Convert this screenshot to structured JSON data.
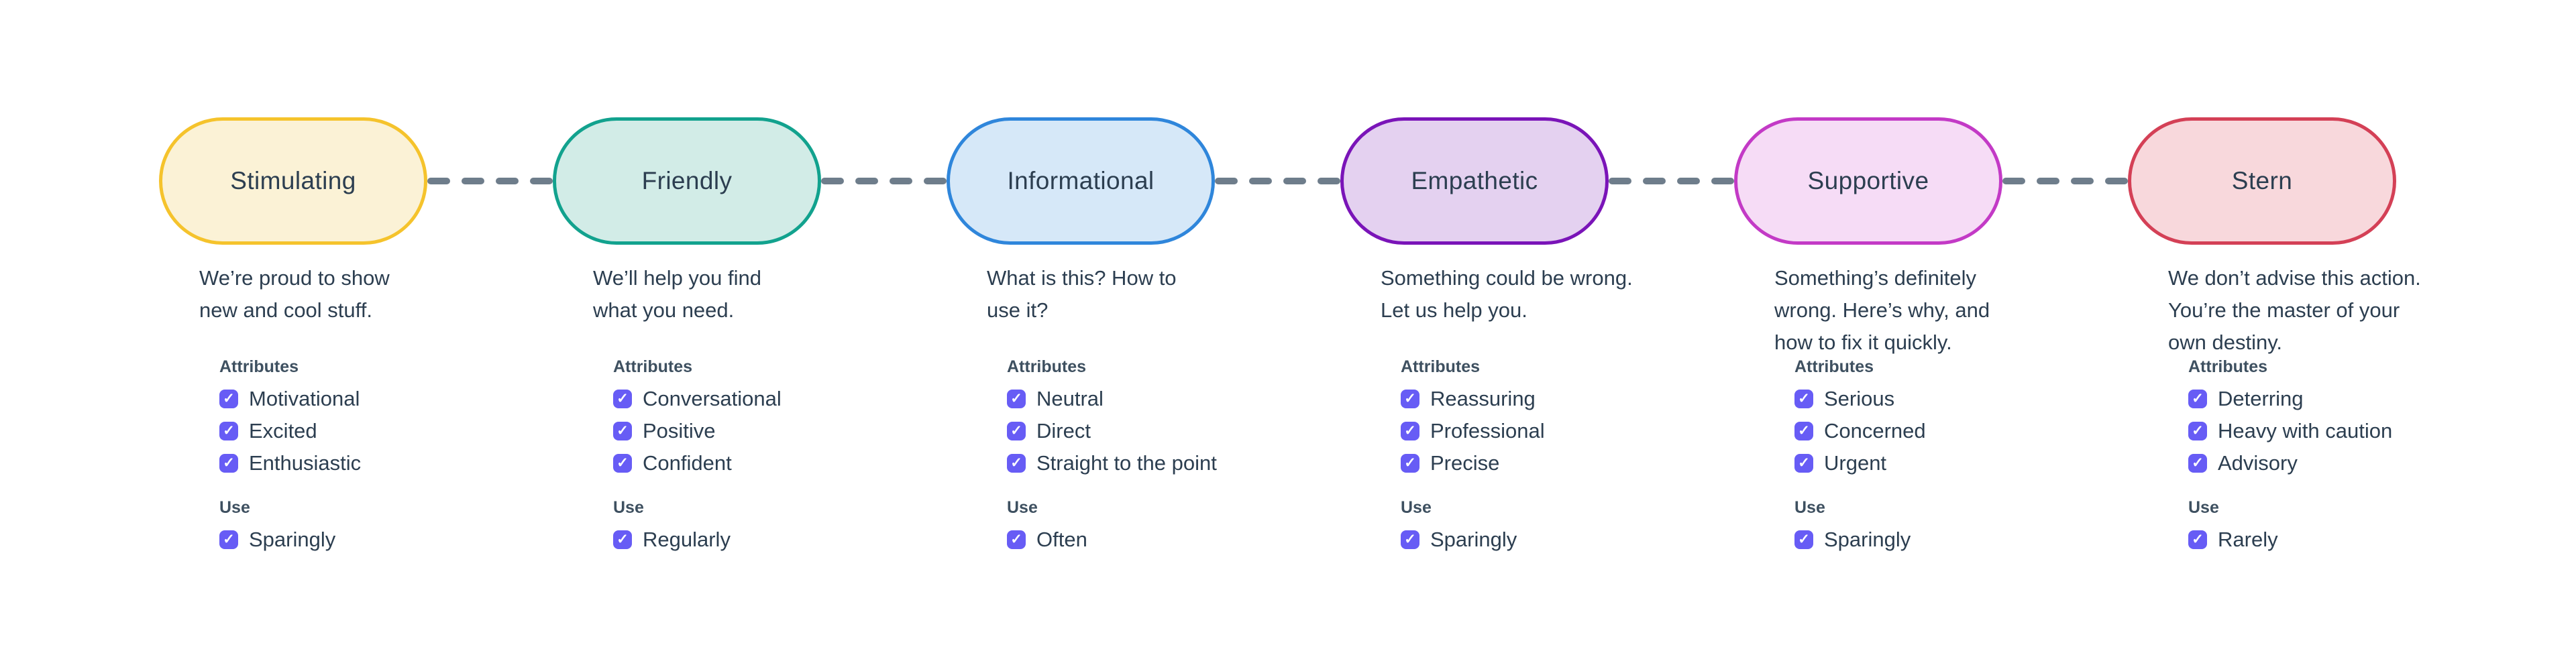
{
  "connector": {
    "color": "#6E7D8B"
  },
  "checkbox": {
    "color": "#675CF5",
    "check": "✓"
  },
  "tones": [
    {
      "name": "Stimulating",
      "fill": "#FBF2D6",
      "border": "#F5C32C",
      "description": "We’re proud to show\nnew and cool stuff.",
      "attributes_label": "Attributes",
      "attributes": [
        "Motivational",
        "Excited",
        "Enthusiastic"
      ],
      "use_label": "Use",
      "use": "Sparingly"
    },
    {
      "name": "Friendly",
      "fill": "#D2ECE7",
      "border": "#12A28E",
      "description": "We’ll help you find\nwhat you need.",
      "attributes_label": "Attributes",
      "attributes": [
        "Conversational",
        "Positive",
        "Confident"
      ],
      "use_label": "Use",
      "use": "Regularly"
    },
    {
      "name": "Informational",
      "fill": "#D6E8F8",
      "border": "#2F86DB",
      "description": "What is this? How to\nuse it?",
      "attributes_label": "Attributes",
      "attributes": [
        "Neutral",
        "Direct",
        "Straight to the point"
      ],
      "use_label": "Use",
      "use": "Often"
    },
    {
      "name": "Empathetic",
      "fill": "#E4D1F0",
      "border": "#7A14B8",
      "description": "Something could be wrong.\nLet us help you.",
      "attributes_label": "Attributes",
      "attributes": [
        "Reassuring",
        "Professional",
        "Precise"
      ],
      "use_label": "Use",
      "use": "Sparingly"
    },
    {
      "name": "Supportive",
      "fill": "#F6DCF6",
      "border": "#C33AC6",
      "description": "Something’s definitely\nwrong. Here’s why, and\nhow to fix it quickly.",
      "attributes_label": "Attributes",
      "attributes": [
        "Serious",
        "Concerned",
        "Urgent"
      ],
      "use_label": "Use",
      "use": "Sparingly"
    },
    {
      "name": "Stern",
      "fill": "#F8D8DC",
      "border": "#D44056",
      "description": "We don’t advise this action.\nYou’re the master of your\nown destiny.",
      "attributes_label": "Attributes",
      "attributes": [
        "Deterring",
        "Heavy with caution",
        "Advisory"
      ],
      "use_label": "Use",
      "use": "Rarely"
    }
  ]
}
